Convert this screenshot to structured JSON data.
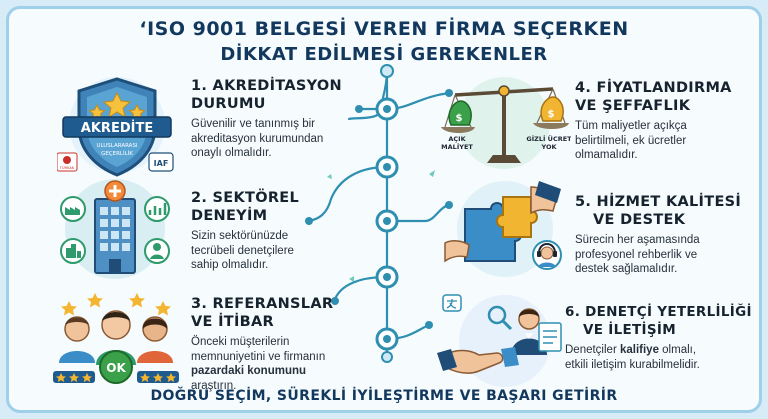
{
  "title": {
    "line1": "‘ISO 9001 BELGESİ VEREN FİRMA SEÇERKEN",
    "line2": "DİKKAT EDİLMESİ GEREKENLER"
  },
  "sections": [
    {
      "heading_l1": "1. AKREDİTASYON",
      "heading_l2": "DURUMU",
      "text_l1": "Güvenilir ve tanınmış bir",
      "text_l2": "akreditasyon kurumundan",
      "text_l3": "onaylı olmalıdır."
    },
    {
      "heading_l1": "2. SEKTÖREL",
      "heading_l2": "DENEYİM",
      "text_l1": "Sizin sektörünüzde",
      "text_l2": "tecrübeli denetçilere",
      "text_l3": "sahip olmalıdır."
    },
    {
      "heading_l1": "3. REFERANSLAR",
      "heading_l2": "VE İTİBAR",
      "text_l1": "Önceki müşterilerin",
      "text_l2": "memnuniyetini ve firmanın",
      "text_l3": "pazardaki konumunu",
      "text_l4": "araştırın."
    },
    {
      "heading_l1": "4. FİYATLANDIRMA",
      "heading_l2": "VE ŞEFFAFLIK",
      "text_l1": "Tüm maliyetler açıkça",
      "text_l2": "belirtilmeli, ek ücretler",
      "text_l3": "olmamalıdır."
    },
    {
      "heading_l1": "5. HİZMET KALİTESİ",
      "heading_l2": "VE DESTEK",
      "text_l1": "Sürecin her aşamasında",
      "text_l2": "profesyonel rehberlik ve",
      "text_l3": "destek sağlamalıdır."
    },
    {
      "heading_l1": "6. DENETÇİ YETERLİLİĞİ",
      "heading_l2": "VE İLETİŞİM",
      "text_l1a": "Denetçiler ",
      "text_l1b": "kalifiye",
      "text_l1c": " olmalı,",
      "text_l2": "etkili iletişim kurabilmelidir."
    }
  ],
  "badge": {
    "ribbon": "AKREDİTE",
    "sub_l1": "ULUSLARARASI",
    "sub_l2": "GEÇERLİLİK",
    "iaf": "IAF",
    "turkak": "TÜRKAK"
  },
  "scale": {
    "left_label_l1": "AÇIK",
    "left_label_l2": "MALİYET",
    "right_label_l1": "GİZLİ ÜCRET",
    "right_label_l2": "YOK",
    "currency": "$"
  },
  "ok_badge": "OK",
  "footer": "DOĞRU SEÇİM, SÜREKLİ İYİLEŞTİRME VE BAŞARI GETİRİR",
  "colors": {
    "navy": "#13385e",
    "teal": "#2a9db5",
    "gold": "#f2b531",
    "green": "#3aa04a",
    "bg": "#f6fbfe"
  }
}
